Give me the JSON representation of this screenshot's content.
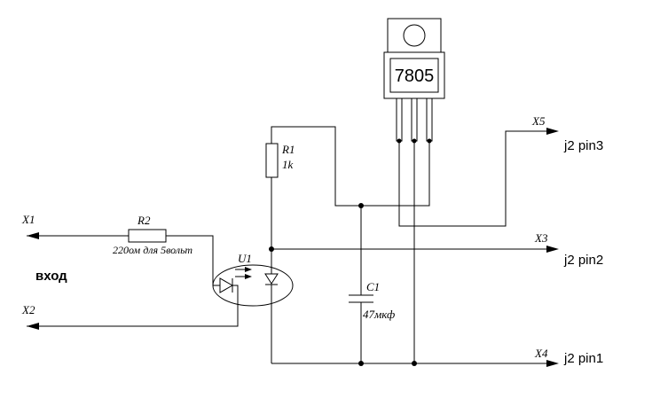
{
  "colors": {
    "line": "#000000",
    "background": "#ffffff"
  },
  "components": {
    "regulator": {
      "label": "7805"
    },
    "r1": {
      "ref": "R1",
      "value": "1k"
    },
    "r2": {
      "ref": "R2",
      "note": "220ом для 5вольт"
    },
    "c1": {
      "ref": "C1",
      "value": "47мкф"
    },
    "u1": {
      "ref": "U1"
    }
  },
  "terminals": {
    "x1": "X1",
    "x2": "X2",
    "x3": "X3",
    "x4": "X4",
    "x5": "X5"
  },
  "connectors": {
    "j2pin3": "j2 pin3",
    "j2pin2": "j2 pin2",
    "j2pin1": "j2 pin1"
  },
  "annotations": {
    "input": "вход"
  }
}
